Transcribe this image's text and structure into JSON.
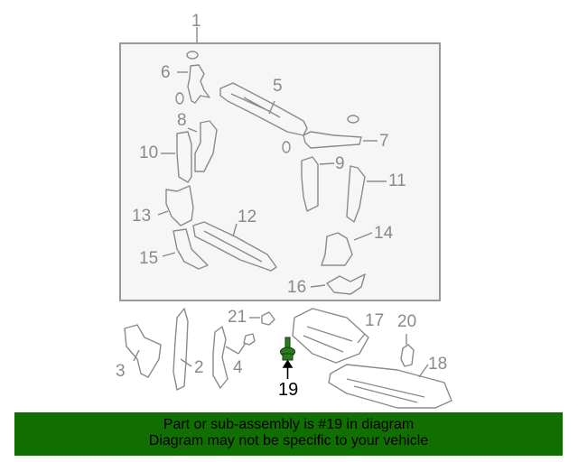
{
  "diagram": {
    "highlighted_part": "19",
    "highlight_color": "#1e6b12",
    "outline_color": "#8a8a8a",
    "frame_fill": "#f6f6f6",
    "callouts": [
      {
        "id": "1",
        "label": "1"
      },
      {
        "id": "2",
        "label": "2"
      },
      {
        "id": "3",
        "label": "3"
      },
      {
        "id": "4",
        "label": "4"
      },
      {
        "id": "5",
        "label": "5"
      },
      {
        "id": "6",
        "label": "6"
      },
      {
        "id": "7",
        "label": "7"
      },
      {
        "id": "8",
        "label": "8"
      },
      {
        "id": "9",
        "label": "9"
      },
      {
        "id": "10",
        "label": "10"
      },
      {
        "id": "11",
        "label": "11"
      },
      {
        "id": "12",
        "label": "12"
      },
      {
        "id": "13",
        "label": "13"
      },
      {
        "id": "14",
        "label": "14"
      },
      {
        "id": "15",
        "label": "15"
      },
      {
        "id": "16",
        "label": "16"
      },
      {
        "id": "17",
        "label": "17"
      },
      {
        "id": "18",
        "label": "18"
      },
      {
        "id": "19",
        "label": "19"
      },
      {
        "id": "20",
        "label": "20"
      },
      {
        "id": "21",
        "label": "21"
      }
    ]
  },
  "banner": {
    "background": "#106f00",
    "line1": "Part or sub-assembly is #19 in diagram",
    "line2": "Diagram may not be specific to your vehicle"
  }
}
